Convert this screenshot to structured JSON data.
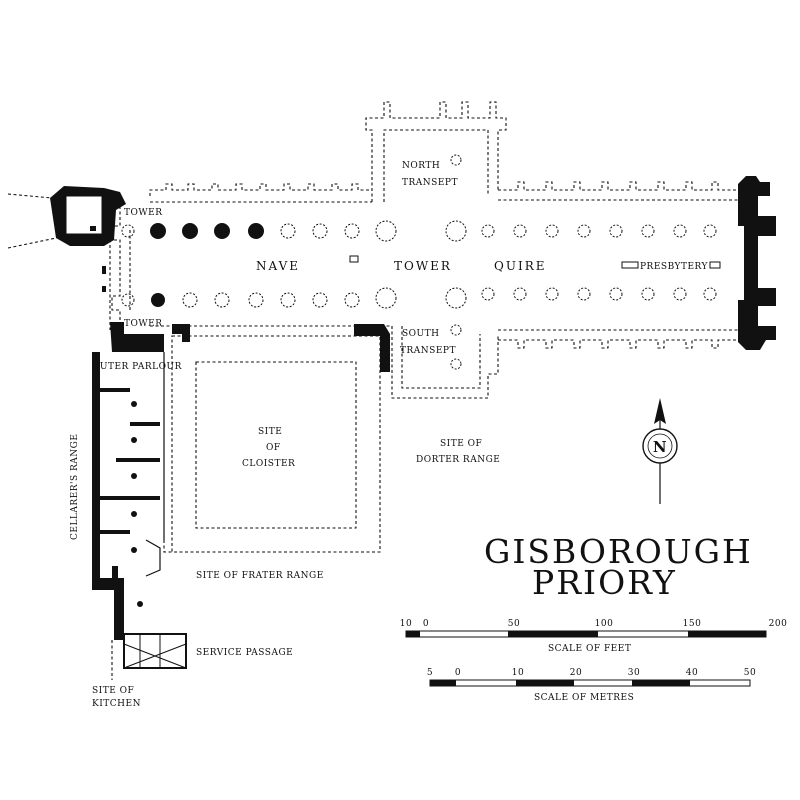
{
  "title": {
    "line1": "GISBOROUGH",
    "line2": "PRIORY"
  },
  "labels": {
    "north_transept_1": "NORTH",
    "north_transept_2": "TRANSEPT",
    "south_transept_1": "SOUTH",
    "south_transept_2": "TRANSEPT",
    "nave": "NAVE",
    "tower_crossing": "TOWER",
    "quire": "QUIRE",
    "presbytery": "PRESBYTERY",
    "tower_nw": "TOWER",
    "tower_sw": "TOWER",
    "outer_parlour": "OUTER PARLOUR",
    "cellarers_range": "CELLARER'S RANGE",
    "cloister_1": "SITE",
    "cloister_2": "OF",
    "cloister_3": "CLOISTER",
    "dorter_1": "SITE OF",
    "dorter_2": "DORTER RANGE",
    "frater": "SITE OF FRATER RANGE",
    "service_passage": "SERVICE PASSAGE",
    "kitchen_1": "SITE OF",
    "kitchen_2": "KITCHEN"
  },
  "north_arrow": {
    "letter": "N",
    "icon": "north-arrow-icon"
  },
  "scale_feet": {
    "ticks": [
      "10",
      "0",
      "50",
      "100",
      "150",
      "200"
    ],
    "caption": "SCALE OF FEET"
  },
  "scale_metres": {
    "ticks": [
      "5",
      "0",
      "10",
      "20",
      "30",
      "40",
      "50"
    ],
    "caption": "SCALE OF METRES"
  },
  "colors": {
    "ink": "#111111",
    "paper": "#ffffff"
  }
}
